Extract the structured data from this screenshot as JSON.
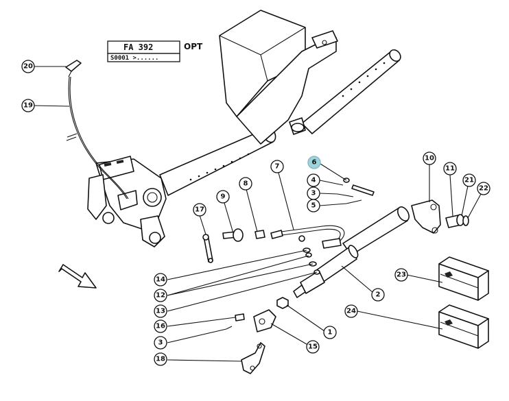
{
  "header": {
    "model": "FA 392",
    "serial": "S0001 >......",
    "option": "OPT"
  },
  "callouts": {
    "c1": "1",
    "c2": "2",
    "c3a": "3",
    "c3b": "3",
    "c4": "4",
    "c5": "5",
    "c6": "6",
    "c7": "7",
    "c8": "8",
    "c9": "9",
    "c10": "10",
    "c11": "11",
    "c12": "12",
    "c13": "13",
    "c14": "14",
    "c15": "15",
    "c16": "16",
    "c17": "17",
    "c18": "18",
    "c19": "19",
    "c20": "20",
    "c21": "21",
    "c22": "22",
    "c23": "23",
    "c24": "24"
  },
  "highlight": {
    "part": "6",
    "color": "#9fd3dc"
  }
}
